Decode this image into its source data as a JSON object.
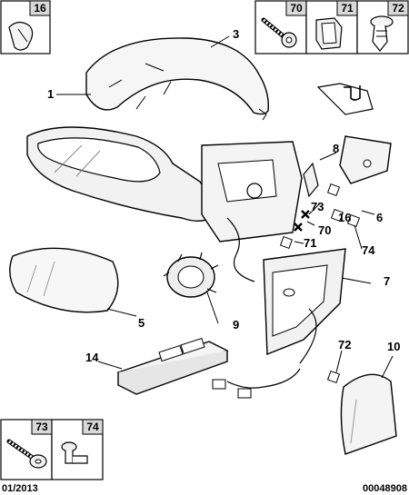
{
  "diagram": {
    "part_callouts": [
      "1",
      "3",
      "5",
      "6",
      "7",
      "8",
      "9",
      "10",
      "14",
      "70",
      "71",
      "72",
      "73",
      "74",
      "16"
    ],
    "boxes": {
      "box_16": "16",
      "box_70": "70",
      "box_71": "71",
      "box_72": "72",
      "box_73": "73",
      "box_74": "74"
    },
    "callouts": {
      "c1": "1",
      "c3": "3",
      "c5": "5",
      "c6": "6",
      "c7": "7",
      "c8": "8",
      "c9": "9",
      "c10": "10",
      "c14": "14",
      "c16": "16",
      "c70": "70",
      "c71": "71",
      "c72": "72",
      "c73": "73",
      "c74": "74"
    },
    "footer_date": "01/2013",
    "footer_code": "00048908"
  }
}
